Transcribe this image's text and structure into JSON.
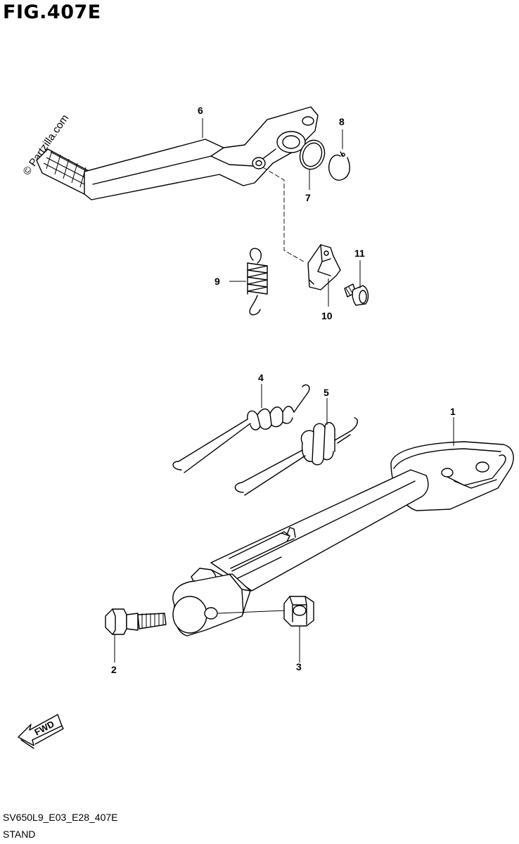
{
  "figure_title": "FIG.407E",
  "watermark": "© Partzilla.com",
  "fwd_label": "FWD",
  "callouts": [
    "1",
    "2",
    "3",
    "4",
    "5",
    "6",
    "7",
    "8",
    "9",
    "10",
    "11"
  ],
  "footer": {
    "code": "SV650L9_E03_E28_407E",
    "name": "STAND"
  }
}
